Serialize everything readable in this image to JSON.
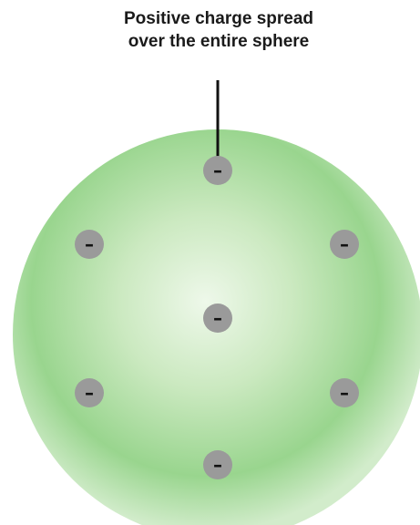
{
  "label": {
    "line1": "Positive charge spread",
    "line2": "over the entire sphere"
  },
  "sphere": {
    "color_center": "#eef8ea",
    "color_mid": "#cbe9c0",
    "color_ring": "#99d58e",
    "color_edge": "#d2eccb"
  },
  "electron": {
    "sign": "–",
    "color": "#9a9a9a"
  },
  "electron_count": 7
}
